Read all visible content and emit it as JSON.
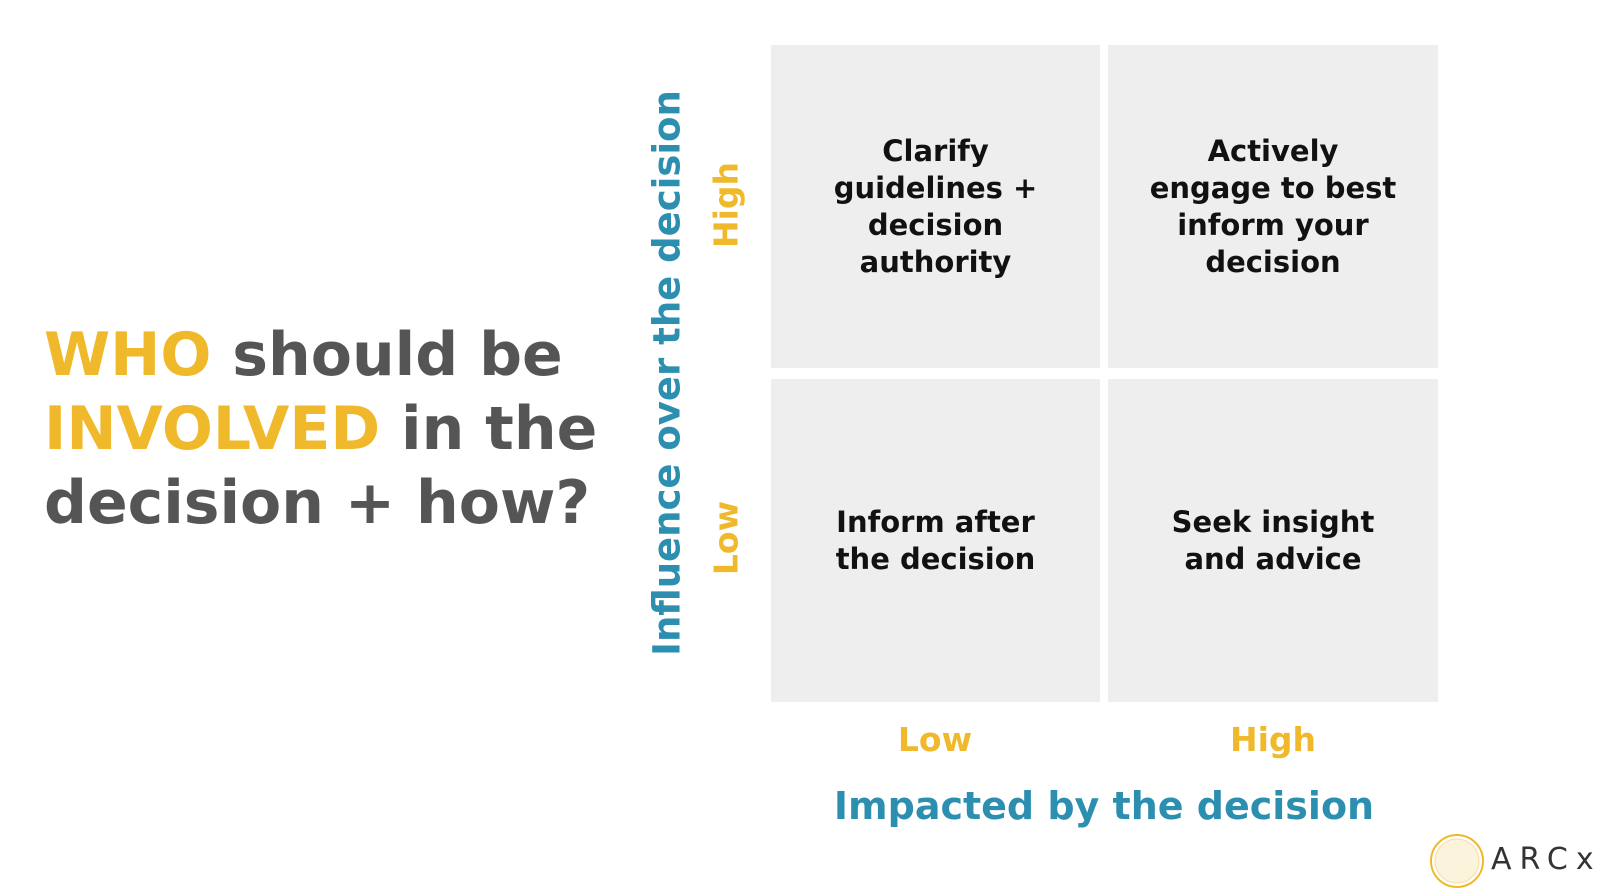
{
  "headline": {
    "line1_accent": "WHO",
    "line1_rest": " should be",
    "line2_accent": "INVOLVED",
    "line2_rest": " in the",
    "line3": "decision + how?"
  },
  "matrix": {
    "quadrants": {
      "top_left": "Clarify\nguidelines +\ndecision\nauthority",
      "top_right": "Actively\nengage to best\ninform your\ndecision",
      "bottom_left": "Inform after\nthe decision",
      "bottom_right": "Seek insight\nand advice"
    },
    "y_axis": {
      "label": "Influence over the decision",
      "high": "High",
      "low": "Low"
    },
    "x_axis": {
      "label": "Impacted by the decision",
      "low": "Low",
      "high": "High"
    }
  },
  "logo": {
    "text": "ARCx"
  },
  "colors": {
    "accent": "#f0b92b",
    "axis_label": "#2d8fb0",
    "headline_text": "#555555",
    "quadrant_bg": "#eeeeee"
  }
}
